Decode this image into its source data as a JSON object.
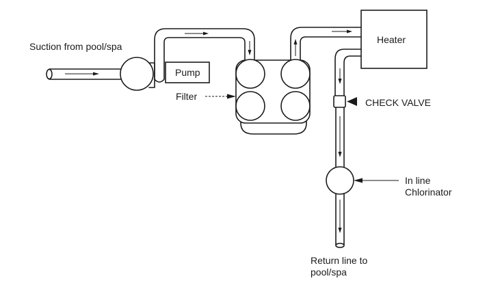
{
  "diagram": {
    "type": "pool plumbing flow diagram",
    "labels": {
      "suction": "Suction from pool/spa",
      "pump": "Pump",
      "filter": "Filter",
      "heater": "Heater",
      "check_valve": "CHECK VALVE",
      "chlorinator_line1": "In line",
      "chlorinator_line2": "Chlorinator",
      "return_line1": "Return line to",
      "return_line2": "pool/spa"
    },
    "flow_order": [
      "Suction from pool/spa",
      "Pump",
      "Filter",
      "Heater",
      "CHECK VALVE",
      "In line Chlorinator",
      "Return line to pool/spa"
    ],
    "colors": {
      "line": "#1a1a1a",
      "background": "#ffffff"
    }
  }
}
